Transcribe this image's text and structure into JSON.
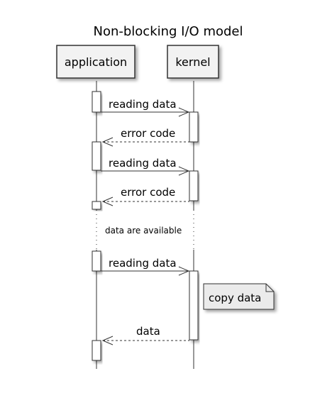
{
  "title": "Non-blocking I/O model",
  "participants": [
    {
      "id": "application",
      "label": "application"
    },
    {
      "id": "kernel",
      "label": "kernel"
    }
  ],
  "messages": [
    {
      "label": "reading data",
      "from": "application",
      "to": "kernel",
      "style": "solid"
    },
    {
      "label": "error code",
      "from": "kernel",
      "to": "application",
      "style": "dashed"
    },
    {
      "label": "reading data",
      "from": "application",
      "to": "kernel",
      "style": "solid"
    },
    {
      "label": "error code",
      "from": "kernel",
      "to": "application",
      "style": "dashed"
    },
    {
      "label": "reading data",
      "from": "application",
      "to": "kernel",
      "style": "solid"
    },
    {
      "label": "data",
      "from": "kernel",
      "to": "application",
      "style": "dashed"
    }
  ],
  "delay": {
    "label": "data are available"
  },
  "note": {
    "label": "copy data"
  },
  "colors": {
    "participant_fill": "#f2f2f2",
    "note_fill": "#ebebeb",
    "line": "#333333"
  }
}
